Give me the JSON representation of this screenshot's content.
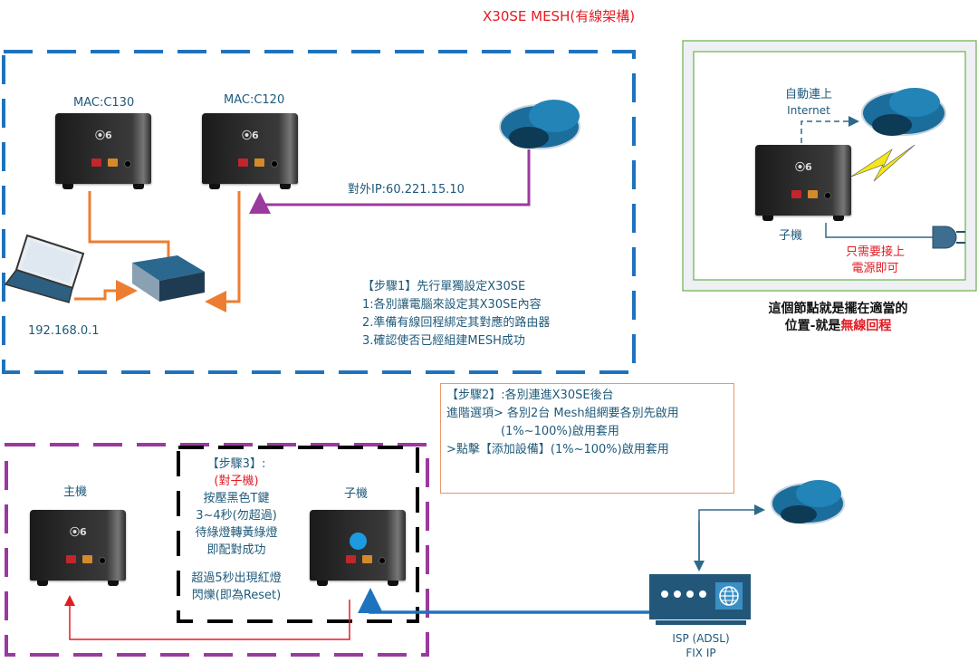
{
  "title": "X30SE MESH(有線架構)",
  "top_section": {
    "node_left_label": "MAC:C130",
    "node_right_label": "MAC:C120",
    "laptop_ip": "192.168.0.1",
    "external_ip": "對外IP:60.221.15.10",
    "step1": {
      "heading": "【步驟1】先行單獨設定X30SE",
      "lines": [
        "1:各別讓電腦來設定其X30SE內容",
        "2.準備有線回程綁定其對應的路由器",
        "3.確認使否已經組建MESH成功"
      ]
    }
  },
  "wireless_panel": {
    "auto_connect_line1": "自動連上",
    "auto_connect_line2": "Internet",
    "node_label": "子機",
    "power_note_line1": "只需要接上",
    "power_note_line2": "電源即可",
    "caption_line1": "這個節點就是擺在適當的",
    "caption_line2_prefix": "位置-就是",
    "caption_line2_highlight": "無線回程"
  },
  "step2": {
    "lines": [
      "【步驟2】:各別連進X30SE後台",
      "進階選項> 各別2台 Mesh組網要各別先啟用",
      "(1%~100%)啟用套用",
      ">點擊【添加設備】(1%~100%)啟用套用"
    ]
  },
  "bottom_section": {
    "main_node_label": "主機",
    "sub_node_label": "子機",
    "step3": {
      "heading": "【步驟3】:",
      "target": "(對子機)",
      "lines": [
        "按壓黑色T鍵",
        "3~4秒(勿超過)",
        "待綠燈轉黃綠燈",
        "即配對成功"
      ],
      "warning_lines": [
        "超過5秒出現紅燈",
        "閃爍(即為Reset)"
      ]
    },
    "isp_label_line1": "ISP (ADSL)",
    "isp_label_line2": "FIX IP"
  },
  "colors": {
    "title_red": "#e31b23",
    "blue_dash": "#1e73be",
    "purple_dash": "#9b3a9e",
    "orange_link": "#ed7d31",
    "purple_link": "#9b3a9e",
    "green_frame": "#6ab04c",
    "text_blue": "#1f5a7a"
  }
}
